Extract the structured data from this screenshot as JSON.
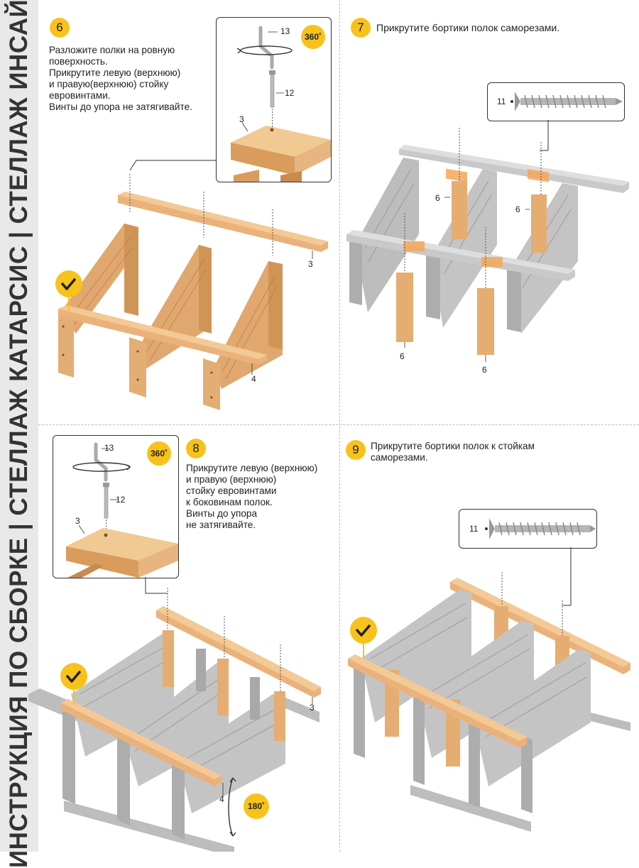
{
  "sidebar": {
    "title": "ИНСТРУКЦИЯ ПО СБОРКЕ | СТЕЛЛАЖ КАТАРСИС | СТЕЛЛАЖ ИНСАЙТ"
  },
  "colors": {
    "accent": "#f7c21b",
    "wood": "#e6b07a",
    "wood_dark": "#c98a4e",
    "metal": "#c9c9c9",
    "metal_dark": "#8f8f8f",
    "highlight": "#f5a75b"
  },
  "steps": [
    {
      "number": "6",
      "text": "Разложите полки на ровную\nповерхность.\nПрикрутите левую (верхнюю)\nи правую(верхнюю) стойку\nевровинтами.\nВинты до упора не затягивайте."
    },
    {
      "number": "7",
      "text": "Прикрутите бортики полок саморезами."
    },
    {
      "number": "8",
      "text": "Прикрутите левую (верхнюю)\nи правую (верхнюю)\nстойку евровинтами\nк боковинам полок.\nВинты до упора\nне затягивайте."
    },
    {
      "number": "9",
      "text": "Прикрутите бортики полок к стойкам\nсаморезами."
    }
  ],
  "rotation": {
    "r360": "360˚",
    "r180": "180˚"
  },
  "icons": {
    "tool": "hex-key-icon",
    "check": "check-icon",
    "screw": "screw-icon"
  },
  "parts": {
    "p3": "3",
    "p4": "4",
    "p6": "6",
    "p11": "11",
    "p12": "12",
    "p13": "13"
  }
}
